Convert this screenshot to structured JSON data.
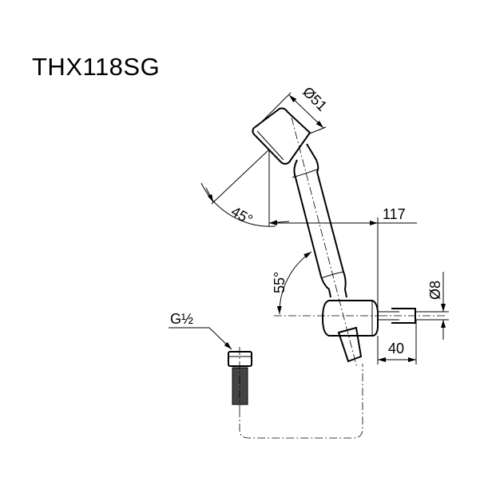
{
  "title": "THX118SG",
  "dimensions": {
    "head_diameter": "Ø51",
    "head_angle": "45°",
    "projection": "117",
    "arm_angle": "55°",
    "screw_diameter": "Ø8",
    "bracket_depth": "40",
    "thread": "G½"
  }
}
